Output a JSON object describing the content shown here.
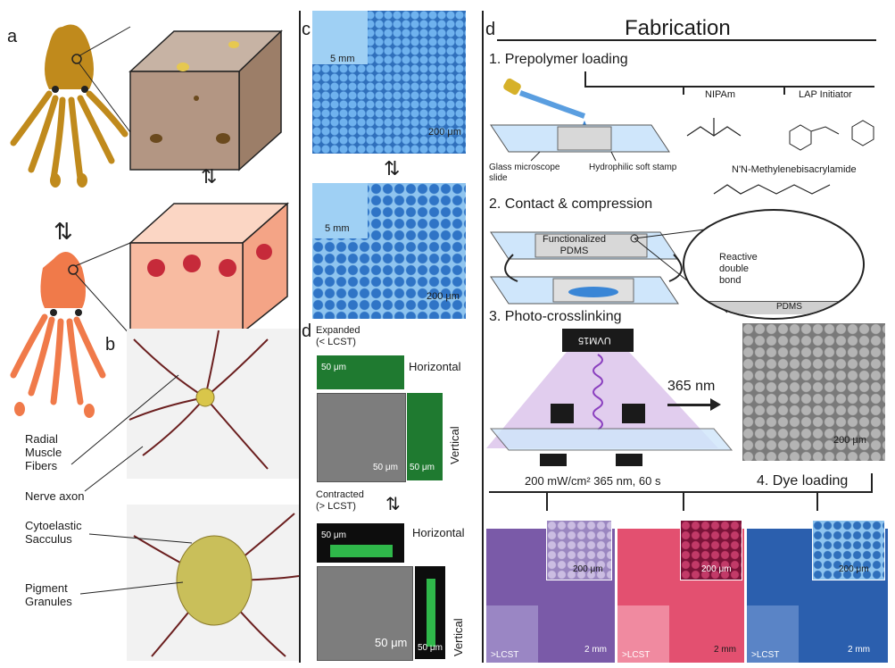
{
  "panels": {
    "a": "a",
    "b": "b",
    "c": "c",
    "d_mid": "d",
    "d_right": "d"
  },
  "panel_b": {
    "radial": "Radial\nMuscle\nFibers",
    "nerve": "Nerve axon",
    "cyto": "Cytoelastic\nSacculus",
    "pigment": "Pigment\nGranules"
  },
  "panel_c": {
    "scale_top_inset": "5 mm",
    "scale_top": "200 μm",
    "scale_bot_inset": "5 mm",
    "scale_bot": "200 μm"
  },
  "panel_dmid": {
    "expanded": "Expanded\n(< LCST)",
    "horizontal1": "Horizontal",
    "vertical1": "Vertical",
    "s50a": "50 μm",
    "s50b": "50 μm",
    "s50c": "50 μm",
    "contracted": "Contracted\n(> LCST)",
    "horizontal2": "Horizontal",
    "vertical2": "Vertical",
    "s50d": "50 μm",
    "s50e": "50 μm",
    "s50f": "50 μm"
  },
  "fab": {
    "title": "Fabrication",
    "step1": "1. Prepolymer loading",
    "step2": "2. Contact & compression",
    "step3": "3. Photo-crosslinking",
    "step4": "4. Dye loading",
    "nipam": "NIPAm",
    "lap": "LAP Initiator",
    "mba": "N'N-Methylenebisacrylamide",
    "glass": "Glass microscope\nslide",
    "stamp": "Hydrophilic soft stamp",
    "func": "Functionalized\nPDMS",
    "reactive": "Reactive\ndouble\nbond",
    "pdms": "PDMS",
    "uv": "UVM15",
    "nm": "365 nm",
    "cond": "200 mW/cm² 365 nm, 60 s",
    "s200": "200 μm",
    "dye_s200a": "200 μm",
    "dye_s200b": "200 μm",
    "dye_s200c": "200 μm",
    "lcst_a": ">LCST",
    "lcst_b": ">LCST",
    "lcst_c": ">LCST",
    "mm_a": "2 mm",
    "mm_b": "2 mm",
    "mm_c": "2 mm"
  },
  "colors": {
    "squid_gold": "#c08a1c",
    "squid_orange": "#f07a4a",
    "hex_blue": "#3a86d6",
    "green": "#2fb84a",
    "purple": "#7a5aa8",
    "pink": "#e35070",
    "navy": "#2b5fae"
  }
}
